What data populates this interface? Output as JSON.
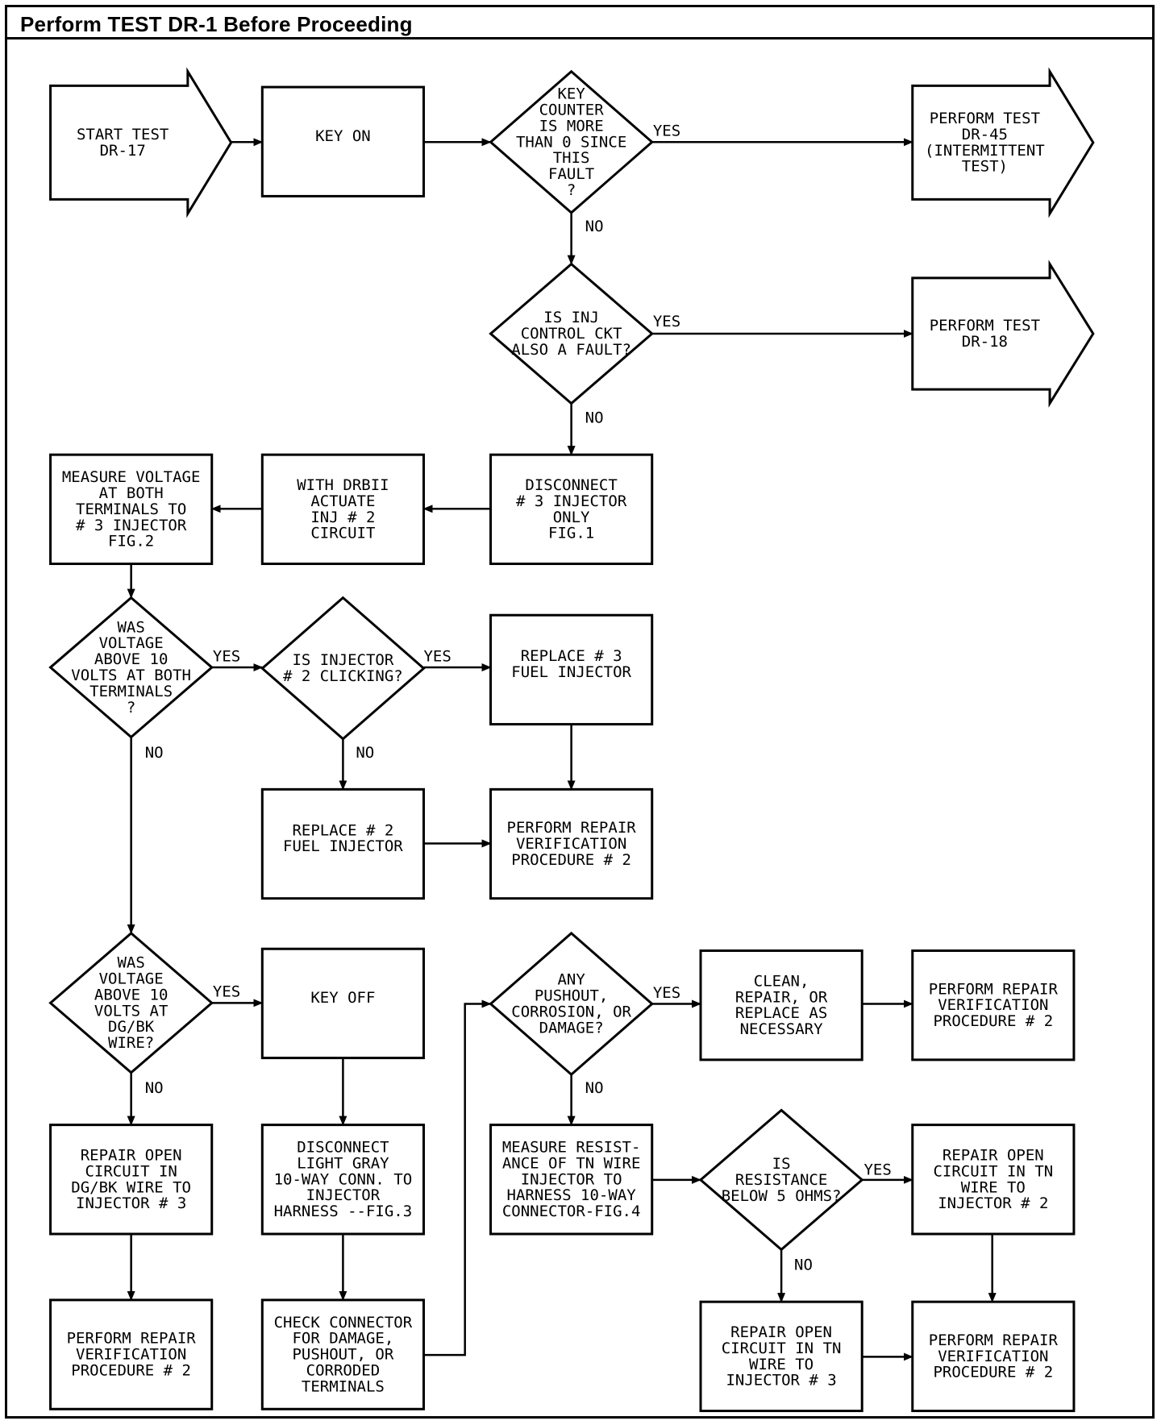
{
  "header": {
    "title": "Perform TEST DR-1 Before Proceeding"
  },
  "nodes": [
    {
      "id": "n_start",
      "shape": "arrow",
      "lines": [
        "START TEST",
        "DR-17"
      ]
    },
    {
      "id": "n_keyon",
      "shape": "box",
      "lines": [
        "KEY ON"
      ]
    },
    {
      "id": "d_counter",
      "shape": "diamond",
      "lines": [
        "KEY",
        "COUNTER",
        "IS MORE",
        "THAN 0 SINCE",
        "THIS",
        "FAULT",
        "?"
      ]
    },
    {
      "id": "n_dr45",
      "shape": "arrow",
      "lines": [
        "PERFORM TEST",
        "DR-45",
        "(INTERMITTENT",
        "TEST)"
      ]
    },
    {
      "id": "d_injckt",
      "shape": "diamond",
      "lines": [
        "IS INJ",
        "CONTROL CKT",
        "ALSO A FAULT?"
      ]
    },
    {
      "id": "n_dr18",
      "shape": "arrow",
      "lines": [
        "PERFORM TEST",
        "DR-18"
      ]
    },
    {
      "id": "n_disc3",
      "shape": "box",
      "lines": [
        "DISCONNECT",
        "# 3 INJECTOR",
        "ONLY",
        "FIG.1"
      ]
    },
    {
      "id": "n_drb",
      "shape": "box",
      "lines": [
        "WITH DRBII",
        "ACTUATE",
        "INJ # 2",
        "CIRCUIT"
      ]
    },
    {
      "id": "n_measv",
      "shape": "box",
      "lines": [
        "MEASURE VOLTAGE",
        "AT BOTH",
        "TERMINALS TO",
        "# 3 INJECTOR",
        "FIG.2"
      ]
    },
    {
      "id": "d_v10both",
      "shape": "diamond",
      "lines": [
        "WAS",
        "VOLTAGE",
        "ABOVE 10",
        "VOLTS AT BOTH",
        "TERMINALS",
        "?"
      ]
    },
    {
      "id": "d_click",
      "shape": "diamond",
      "lines": [
        "IS INJECTOR",
        "# 2 CLICKING?"
      ]
    },
    {
      "id": "n_rep3",
      "shape": "box",
      "lines": [
        "REPLACE # 3",
        "FUEL INJECTOR"
      ]
    },
    {
      "id": "n_rep2",
      "shape": "box",
      "lines": [
        "REPLACE # 2",
        "FUEL INJECTOR"
      ]
    },
    {
      "id": "n_prv_a",
      "shape": "box",
      "lines": [
        "PERFORM REPAIR",
        "VERIFICATION",
        "PROCEDURE # 2"
      ]
    },
    {
      "id": "d_dgbk",
      "shape": "diamond",
      "lines": [
        "WAS",
        "VOLTAGE",
        "ABOVE 10",
        "VOLTS AT",
        "DG/BK",
        "WIRE?"
      ]
    },
    {
      "id": "n_keyoff",
      "shape": "box",
      "lines": [
        "KEY OFF"
      ]
    },
    {
      "id": "d_pushout",
      "shape": "diamond",
      "lines": [
        "ANY",
        "PUSHOUT,",
        "CORROSION, OR",
        "DAMAGE?"
      ]
    },
    {
      "id": "n_clean",
      "shape": "box",
      "lines": [
        "CLEAN,",
        "REPAIR, OR",
        "REPLACE AS",
        "NECESSARY"
      ]
    },
    {
      "id": "n_prv_b",
      "shape": "box",
      "lines": [
        "PERFORM REPAIR",
        "VERIFICATION",
        "PROCEDURE # 2"
      ]
    },
    {
      "id": "n_repdgbk",
      "shape": "box",
      "lines": [
        "REPAIR OPEN",
        "CIRCUIT IN",
        "DG/BK WIRE TO",
        "INJECTOR # 3"
      ]
    },
    {
      "id": "n_disclg",
      "shape": "box",
      "lines": [
        "DISCONNECT",
        "LIGHT GRAY",
        "10-WAY CONN. TO",
        "INJECTOR",
        "HARNESS --FIG.3"
      ]
    },
    {
      "id": "n_measr",
      "shape": "box",
      "lines": [
        "MEASURE RESIST-",
        "ANCE OF TN WIRE",
        "INJECTOR TO",
        "HARNESS 10-WAY",
        "CONNECTOR-FIG.4"
      ]
    },
    {
      "id": "d_res5",
      "shape": "diamond",
      "lines": [
        "IS",
        "RESISTANCE",
        "BELOW 5 OHMS?"
      ]
    },
    {
      "id": "n_reptn2",
      "shape": "box",
      "lines": [
        "REPAIR OPEN",
        "CIRCUIT IN TN",
        "WIRE TO",
        "INJECTOR # 2"
      ]
    },
    {
      "id": "n_prv_c",
      "shape": "box",
      "lines": [
        "PERFORM REPAIR",
        "VERIFICATION",
        "PROCEDURE # 2"
      ]
    },
    {
      "id": "n_check",
      "shape": "box",
      "lines": [
        "CHECK CONNECTOR",
        "FOR DAMAGE,",
        "PUSHOUT, OR",
        "CORRODED",
        "TERMINALS"
      ]
    },
    {
      "id": "n_reptn3",
      "shape": "box",
      "lines": [
        "REPAIR OPEN",
        "CIRCUIT IN TN",
        "WIRE TO",
        "INJECTOR # 3"
      ]
    },
    {
      "id": "n_prv_d",
      "shape": "box",
      "lines": [
        "PERFORM REPAIR",
        "VERIFICATION",
        "PROCEDURE # 2"
      ]
    }
  ],
  "edges": [
    {
      "id": "e1",
      "from": "n_start",
      "to": "n_keyon",
      "label": ""
    },
    {
      "id": "e2",
      "from": "n_keyon",
      "to": "d_counter",
      "label": ""
    },
    {
      "id": "e3",
      "from": "d_counter",
      "to": "n_dr45",
      "label": "YES"
    },
    {
      "id": "e4",
      "from": "d_counter",
      "to": "d_injckt",
      "label": "NO"
    },
    {
      "id": "e5",
      "from": "d_injckt",
      "to": "n_dr18",
      "label": "YES"
    },
    {
      "id": "e6",
      "from": "d_injckt",
      "to": "n_disc3",
      "label": "NO"
    },
    {
      "id": "e7",
      "from": "n_disc3",
      "to": "n_drb",
      "label": ""
    },
    {
      "id": "e8",
      "from": "n_drb",
      "to": "n_measv",
      "label": ""
    },
    {
      "id": "e9",
      "from": "n_measv",
      "to": "d_v10both",
      "label": ""
    },
    {
      "id": "e10",
      "from": "d_v10both",
      "to": "d_click",
      "label": "YES"
    },
    {
      "id": "e11",
      "from": "d_click",
      "to": "n_rep3",
      "label": "YES"
    },
    {
      "id": "e12",
      "from": "d_click",
      "to": "n_rep2",
      "label": "NO"
    },
    {
      "id": "e13",
      "from": "n_rep3",
      "to": "n_prv_a",
      "label": ""
    },
    {
      "id": "e14",
      "from": "n_rep2",
      "to": "n_prv_a",
      "label": ""
    },
    {
      "id": "e15",
      "from": "d_v10both",
      "to": "d_dgbk",
      "label": "NO"
    },
    {
      "id": "e16",
      "from": "d_dgbk",
      "to": "n_keyoff",
      "label": "YES"
    },
    {
      "id": "e17",
      "from": "d_dgbk",
      "to": "n_repdgbk",
      "label": "NO"
    },
    {
      "id": "e18",
      "from": "n_repdgbk",
      "to": "n_prv_e",
      "label": ""
    },
    {
      "id": "e19",
      "from": "n_keyoff",
      "to": "n_disclg",
      "label": ""
    },
    {
      "id": "e20",
      "from": "n_disclg",
      "to": "n_check",
      "label": ""
    },
    {
      "id": "e21",
      "from": "n_check",
      "to": "d_pushout",
      "label": ""
    },
    {
      "id": "e22",
      "from": "d_pushout",
      "to": "n_clean",
      "label": "YES"
    },
    {
      "id": "e23",
      "from": "n_clean",
      "to": "n_prv_b",
      "label": ""
    },
    {
      "id": "e24",
      "from": "d_pushout",
      "to": "n_measr",
      "label": "NO"
    },
    {
      "id": "e25",
      "from": "n_measr",
      "to": "d_res5",
      "label": ""
    },
    {
      "id": "e26",
      "from": "d_res5",
      "to": "n_reptn2",
      "label": "YES"
    },
    {
      "id": "e27",
      "from": "n_reptn2",
      "to": "n_prv_c",
      "label": ""
    },
    {
      "id": "e28",
      "from": "d_res5",
      "to": "n_reptn3",
      "label": "NO"
    },
    {
      "id": "e29",
      "from": "n_reptn3",
      "to": "n_prv_d",
      "label": ""
    }
  ],
  "extra_nodes": [
    {
      "id": "n_prv_e",
      "shape": "box",
      "lines": [
        "PERFORM REPAIR",
        "VERIFICATION",
        "PROCEDURE # 2"
      ]
    }
  ]
}
